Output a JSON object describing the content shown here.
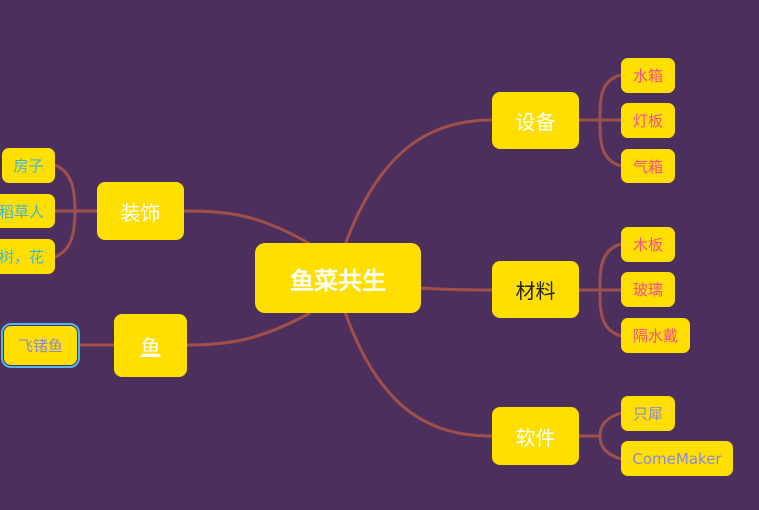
{
  "root": "鱼菜共生",
  "branches": {
    "equipment": {
      "label": "设备",
      "children": [
        "水箱",
        "灯板",
        "气箱"
      ]
    },
    "materials": {
      "label": "材料",
      "children": [
        "木板",
        "玻璃",
        "隔水戴"
      ]
    },
    "software": {
      "label": "软件",
      "children": [
        "只犀",
        "ComeMaker"
      ]
    },
    "decor": {
      "label": "装饰",
      "children": [
        "房子",
        "稻草人",
        "树，花"
      ]
    },
    "fish": {
      "label": "鱼",
      "children": [
        "飞锗鱼"
      ]
    }
  },
  "colors": {
    "background": "#4d2f5e",
    "node": "#fedf00",
    "line": "#a0504a"
  }
}
